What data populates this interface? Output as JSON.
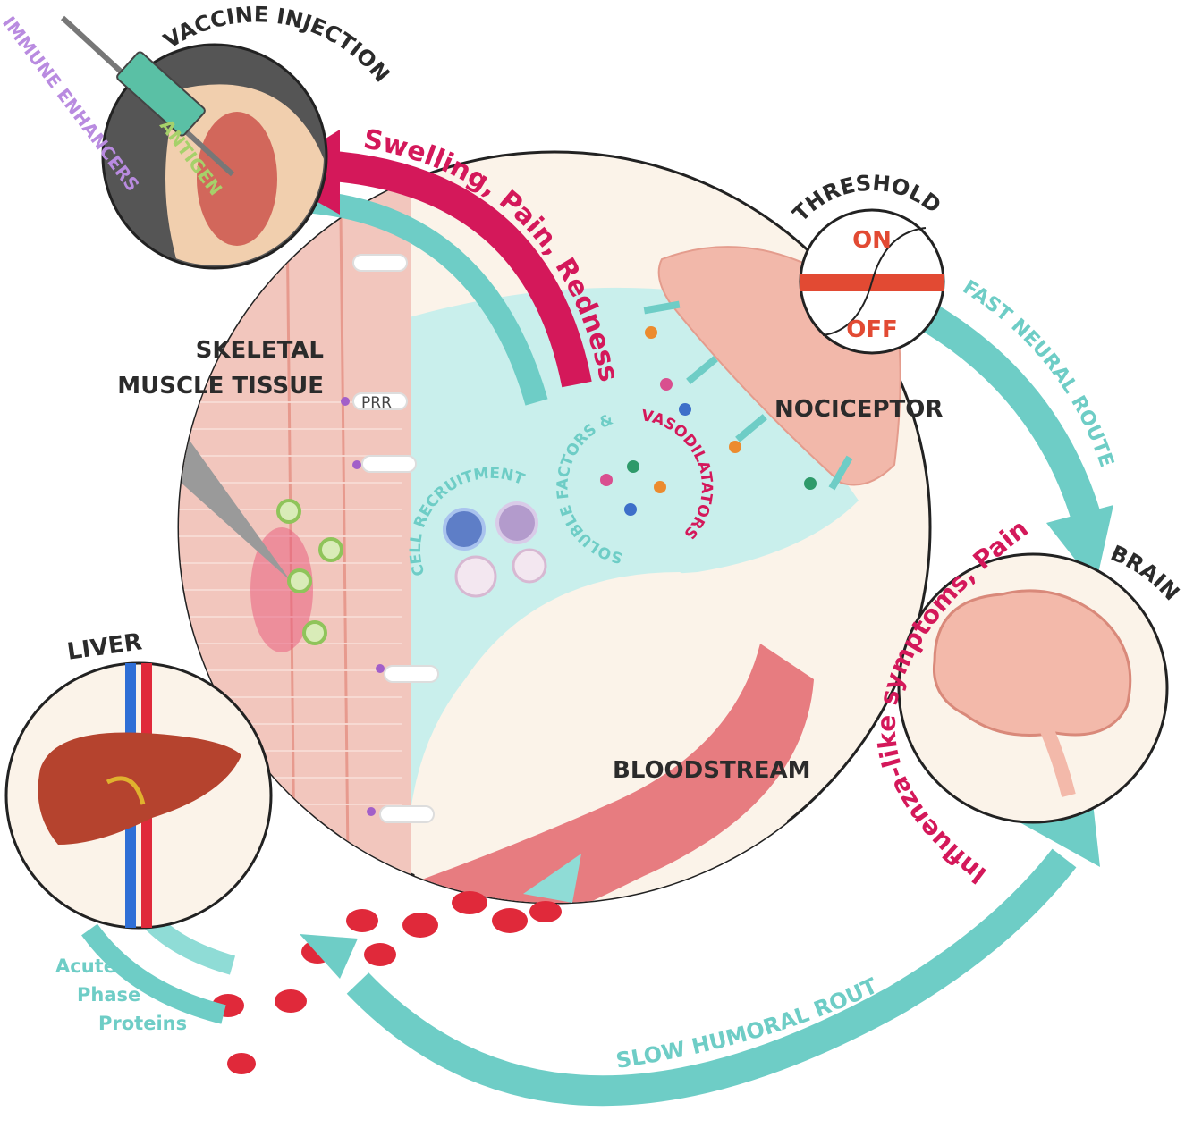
{
  "labels": {
    "vaccine_injection": "VACCINE INJECTION",
    "immune_enhancers": "IMMUNE ENHANCERS",
    "antigen": "ANTIGEN",
    "swelling": "Swelling, Pain, Redness",
    "threshold": "THRESHOLD",
    "on": "ON",
    "off": "OFF",
    "fast_route": "FAST NEURAL ROUTE",
    "nociceptor": "NOCICEPTOR",
    "skeletal_1": "SKELETAL",
    "skeletal_2": "MUSCLE TISSUE",
    "prr": "PRR",
    "cell_recruitment": "CELL RECRUITMENT",
    "soluble_factors": "SOLUBLE FACTORS &",
    "vasodilatators": "VASODILATATORS",
    "influenza": "Influenza-like symptoms, Pain",
    "brain": "BRAIN",
    "liver": "LIVER",
    "bloodstream": "BLOODSTREAM",
    "acute": "Acute",
    "phase": "Phase",
    "proteins": "Proteins",
    "slow_route": "SLOW HUMORAL ROUTE"
  },
  "colors": {
    "teal": "#6ecdc6",
    "magenta": "#d4185a",
    "muscle": "#f2c6bd",
    "fluid": "#c9efec",
    "blood": "#e0293a",
    "threshold_red": "#e24a33",
    "antigen_green": "#a6d16a",
    "enhancer_purple": "#b98be0"
  }
}
